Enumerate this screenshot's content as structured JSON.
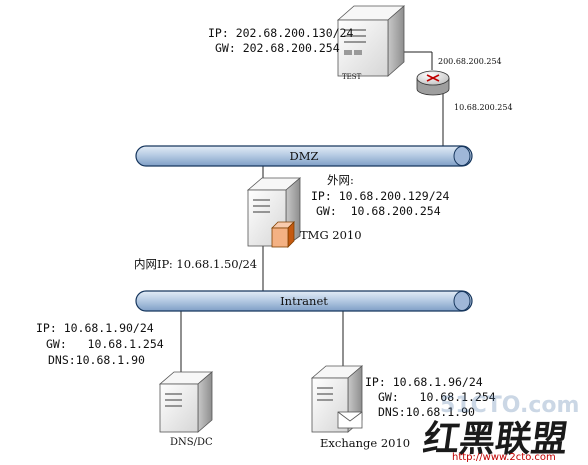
{
  "test_server": {
    "ip": "IP: 202.68.200.130/24",
    "gw": "GW: 202.68.200.254",
    "name": "TEST"
  },
  "router": {
    "upper_ip": "200.68.200.254",
    "lower_ip": "10.68.200.254"
  },
  "dmz": {
    "label": "DMZ"
  },
  "tmg": {
    "heading": "外网:",
    "ip": "IP: 10.68.200.129/24",
    "gw": "GW:  10.68.200.254",
    "name": "TMG 2010",
    "internal_ip": "内网IP: 10.68.1.50/24"
  },
  "intranet": {
    "label": "Intranet"
  },
  "dns_dc": {
    "ip": "IP: 10.68.1.90/24",
    "gw": "GW:   10.68.1.254",
    "dns": "DNS:10.68.1.90",
    "name": "DNS/DC"
  },
  "exchange": {
    "ip": "IP: 10.68.1.96/24",
    "gw": "GW:   10.68.1.254",
    "dns": "DNS:10.68.1.90",
    "name": "Exchange 2010"
  },
  "watermark": {
    "main": "红黑联盟",
    "url": "http://www.2cto.com",
    "ghost": "51CTO.com"
  },
  "colors": {
    "bus_fill": "#b8cce4",
    "bus_stroke": "#17375e",
    "server_front": "#efefef",
    "server_side": "#bdbdbd",
    "tmg_shield": "#f4b183"
  }
}
